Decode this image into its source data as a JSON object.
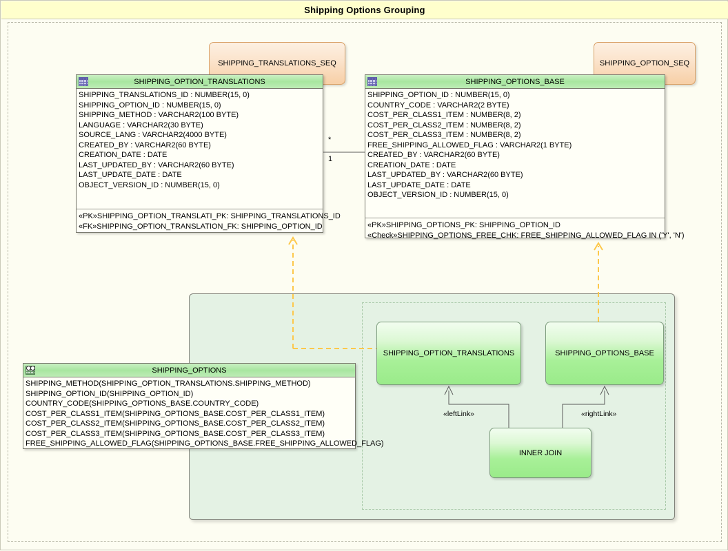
{
  "diagram": {
    "title": "Shipping Options Grouping",
    "colors": {
      "title_bar": "#ffffcc",
      "canvas": "#fdfdf2",
      "entity_header_green": "#a8e6a0",
      "sequence_orange": "#f7cfa6",
      "node_green": "#9aeb8a",
      "container_green": "#e4f2e4",
      "dependency_arrow": "#fdc84b"
    }
  },
  "entities": [
    {
      "name": "SHIPPING_OPTION_TRANSLATIONS",
      "icon": "table-icon",
      "attributes": [
        "SHIPPING_TRANSLATIONS_ID : NUMBER(15, 0)",
        "SHIPPING_OPTION_ID : NUMBER(15, 0)",
        "SHIPPING_METHOD : VARCHAR2(100 BYTE)",
        "LANGUAGE : VARCHAR2(30 BYTE)",
        "SOURCE_LANG : VARCHAR2(4000 BYTE)",
        "CREATED_BY : VARCHAR2(60 BYTE)",
        "CREATION_DATE : DATE",
        "LAST_UPDATED_BY : VARCHAR2(60 BYTE)",
        "LAST_UPDATE_DATE : DATE",
        "OBJECT_VERSION_ID : NUMBER(15, 0)"
      ],
      "constraints": [
        "«PK»SHIPPING_OPTION_TRANSLATI_PK: SHIPPING_TRANSLATIONS_ID",
        "«FK»SHIPPING_OPTION_TRANSLATION_FK: SHIPPING_OPTION_ID"
      ]
    },
    {
      "name": "SHIPPING_OPTIONS_BASE",
      "icon": "table-icon",
      "attributes": [
        "SHIPPING_OPTION_ID : NUMBER(15, 0)",
        "COUNTRY_CODE : VARCHAR2(2 BYTE)",
        "COST_PER_CLASS1_ITEM : NUMBER(8, 2)",
        "COST_PER_CLASS2_ITEM : NUMBER(8, 2)",
        "COST_PER_CLASS3_ITEM : NUMBER(8, 2)",
        "FREE_SHIPPING_ALLOWED_FLAG : VARCHAR2(1 BYTE)",
        "CREATED_BY : VARCHAR2(60 BYTE)",
        "CREATION_DATE : DATE",
        "LAST_UPDATED_BY : VARCHAR2(60 BYTE)",
        "LAST_UPDATE_DATE : DATE",
        "OBJECT_VERSION_ID : NUMBER(15, 0)"
      ],
      "constraints": [
        "«PK»SHIPPING_OPTIONS_PK: SHIPPING_OPTION_ID",
        "«Check»SHIPPING_OPTIONS_FREE_CHK: FREE_SHIPPING_ALLOWED_FLAG IN ('Y', 'N')"
      ]
    },
    {
      "name": "SHIPPING_OPTIONS",
      "icon": "view-icon",
      "attributes": [
        "SHIPPING_METHOD(SHIPPING_OPTION_TRANSLATIONS.SHIPPING_METHOD)",
        "SHIPPING_OPTION_ID(SHIPPING_OPTION_ID)",
        "COUNTRY_CODE(SHIPPING_OPTIONS_BASE.COUNTRY_CODE)",
        "COST_PER_CLASS1_ITEM(SHIPPING_OPTIONS_BASE.COST_PER_CLASS1_ITEM)",
        "COST_PER_CLASS2_ITEM(SHIPPING_OPTIONS_BASE.COST_PER_CLASS2_ITEM)",
        "COST_PER_CLASS3_ITEM(SHIPPING_OPTIONS_BASE.COST_PER_CLASS3_ITEM)",
        "FREE_SHIPPING_ALLOWED_FLAG(SHIPPING_OPTIONS_BASE.FREE_SHIPPING_ALLOWED_FLAG)"
      ],
      "constraints": []
    }
  ],
  "sequences": [
    {
      "name": "SHIPPING_TRANSLATIONS_SEQ"
    },
    {
      "name": "SHIPPING_OPTION_SEQ"
    }
  ],
  "query_nodes": [
    {
      "name": "SHIPPING_OPTION_TRANSLATIONS"
    },
    {
      "name": "SHIPPING_OPTIONS_BASE"
    },
    {
      "name": "INNER JOIN"
    }
  ],
  "association": {
    "source_multiplicity": "*",
    "target_multiplicity": "1"
  },
  "link_labels": {
    "left": "«leftLink»",
    "right": "«rightLink»"
  }
}
